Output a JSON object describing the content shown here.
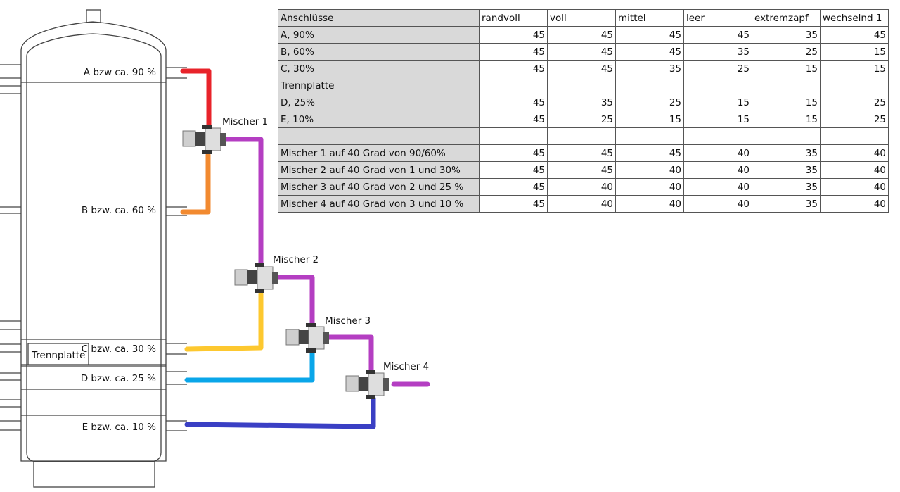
{
  "tank": {
    "connections": [
      {
        "id": "A",
        "label": "A bzw ca. 90 %"
      },
      {
        "id": "B",
        "label": "B bzw. ca. 60 %"
      },
      {
        "id": "C",
        "label": "C bzw. ca. 30 %"
      },
      {
        "id": "D",
        "label": "D bzw. ca. 25 %"
      },
      {
        "id": "E",
        "label": "E bzw. ca. 10 %"
      }
    ],
    "separator_label": "Trennplatte"
  },
  "mixers": [
    "Mischer 1",
    "Mischer 2",
    "Mischer 3",
    "Mischer 4"
  ],
  "pipe_colors": {
    "A": "#e8232a",
    "B": "#f28a30",
    "C": "#fdc82f",
    "D": "#0aa6e9",
    "E": "#3a3fc4",
    "mixed": "#b43ec2"
  },
  "table": {
    "headers": [
      "Anschlüsse",
      "randvoll",
      "voll",
      "mittel",
      "leer",
      "extremzapf",
      "wechselnd 1"
    ],
    "rows": [
      [
        "A, 90%",
        "45",
        "45",
        "45",
        "45",
        "35",
        "45"
      ],
      [
        "B, 60%",
        "45",
        "45",
        "45",
        "35",
        "25",
        "15"
      ],
      [
        "C, 30%",
        "45",
        "45",
        "35",
        "25",
        "15",
        "15"
      ],
      [
        "Trennplatte",
        "",
        "",
        "",
        "",
        "",
        ""
      ],
      [
        "D, 25%",
        "45",
        "35",
        "25",
        "15",
        "15",
        "25"
      ],
      [
        "E, 10%",
        "45",
        "25",
        "15",
        "15",
        "15",
        "25"
      ],
      [
        "",
        "",
        "",
        "",
        "",
        "",
        ""
      ],
      [
        "Mischer 1 auf 40 Grad von 90/60%",
        "45",
        "45",
        "45",
        "40",
        "35",
        "40"
      ],
      [
        "Mischer 2 auf 40 Grad von 1 und 30%",
        "45",
        "45",
        "40",
        "40",
        "35",
        "40"
      ],
      [
        "Mischer 3 auf 40 Grad von 2 und 25 %",
        "45",
        "40",
        "40",
        "40",
        "35",
        "40"
      ],
      [
        "Mischer 4 auf 40 Grad von 3 und 10 %",
        "45",
        "40",
        "40",
        "40",
        "35",
        "40"
      ]
    ]
  }
}
